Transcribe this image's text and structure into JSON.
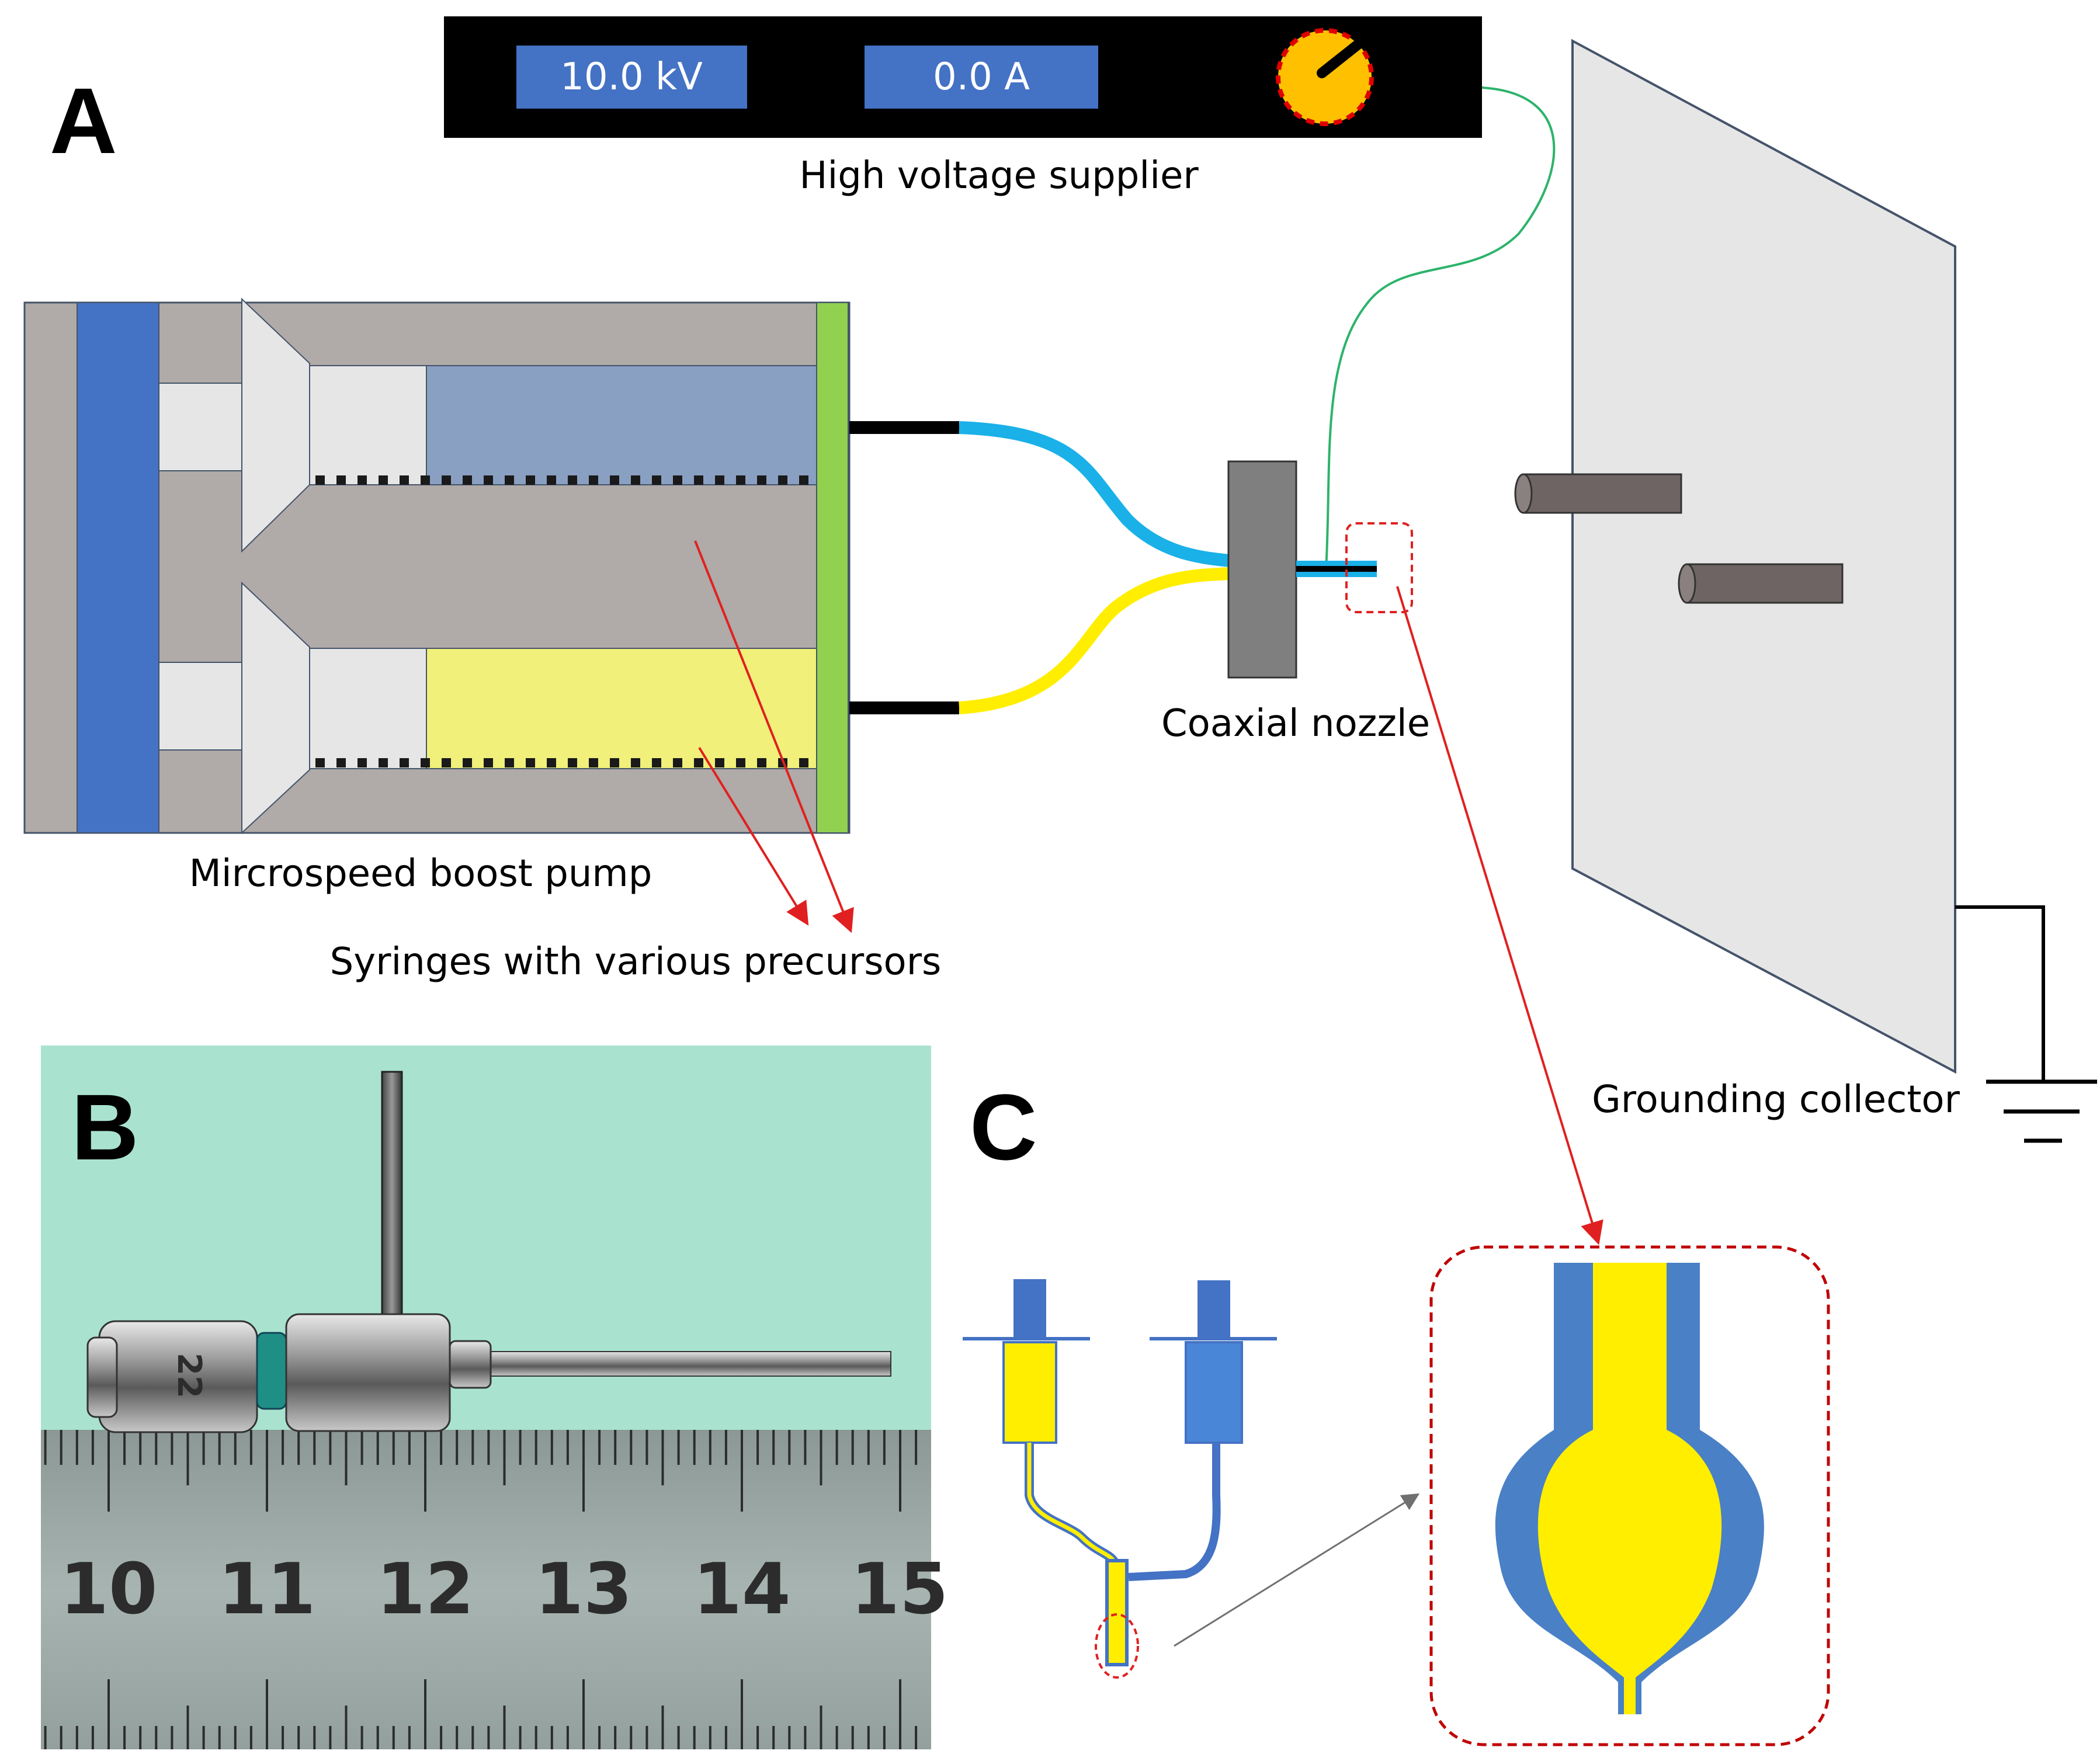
{
  "panels": {
    "a": "A",
    "b": "B",
    "c": "C"
  },
  "supplier": {
    "voltage": "10.0 kV",
    "current": "0.0 A",
    "label": "High voltage supplier"
  },
  "labels": {
    "pump": "Mircrospeed boost pump",
    "syringes": "Syringes with various precursors",
    "nozzle": "Coaxial nozzle",
    "collector": "Grounding collector"
  },
  "ruler": {
    "numbers": [
      "10",
      "11",
      "12",
      "13",
      "14",
      "15"
    ]
  },
  "needle_marking": "22",
  "colors": {
    "blue_fluid": "#1ab0e8",
    "yellow_fluid": "#ffee00",
    "pump_gray": "#b0aaa8",
    "pump_blue": "#4472c4",
    "pump_green": "#92d050",
    "syringe_blue": "#8aa0c2",
    "syringe_yellow": "#f0f07a",
    "display_blue": "#4472c4",
    "red_arrow": "#e02020",
    "wire_green": "#2db36b",
    "photo_bg": "#a9e3cf"
  }
}
